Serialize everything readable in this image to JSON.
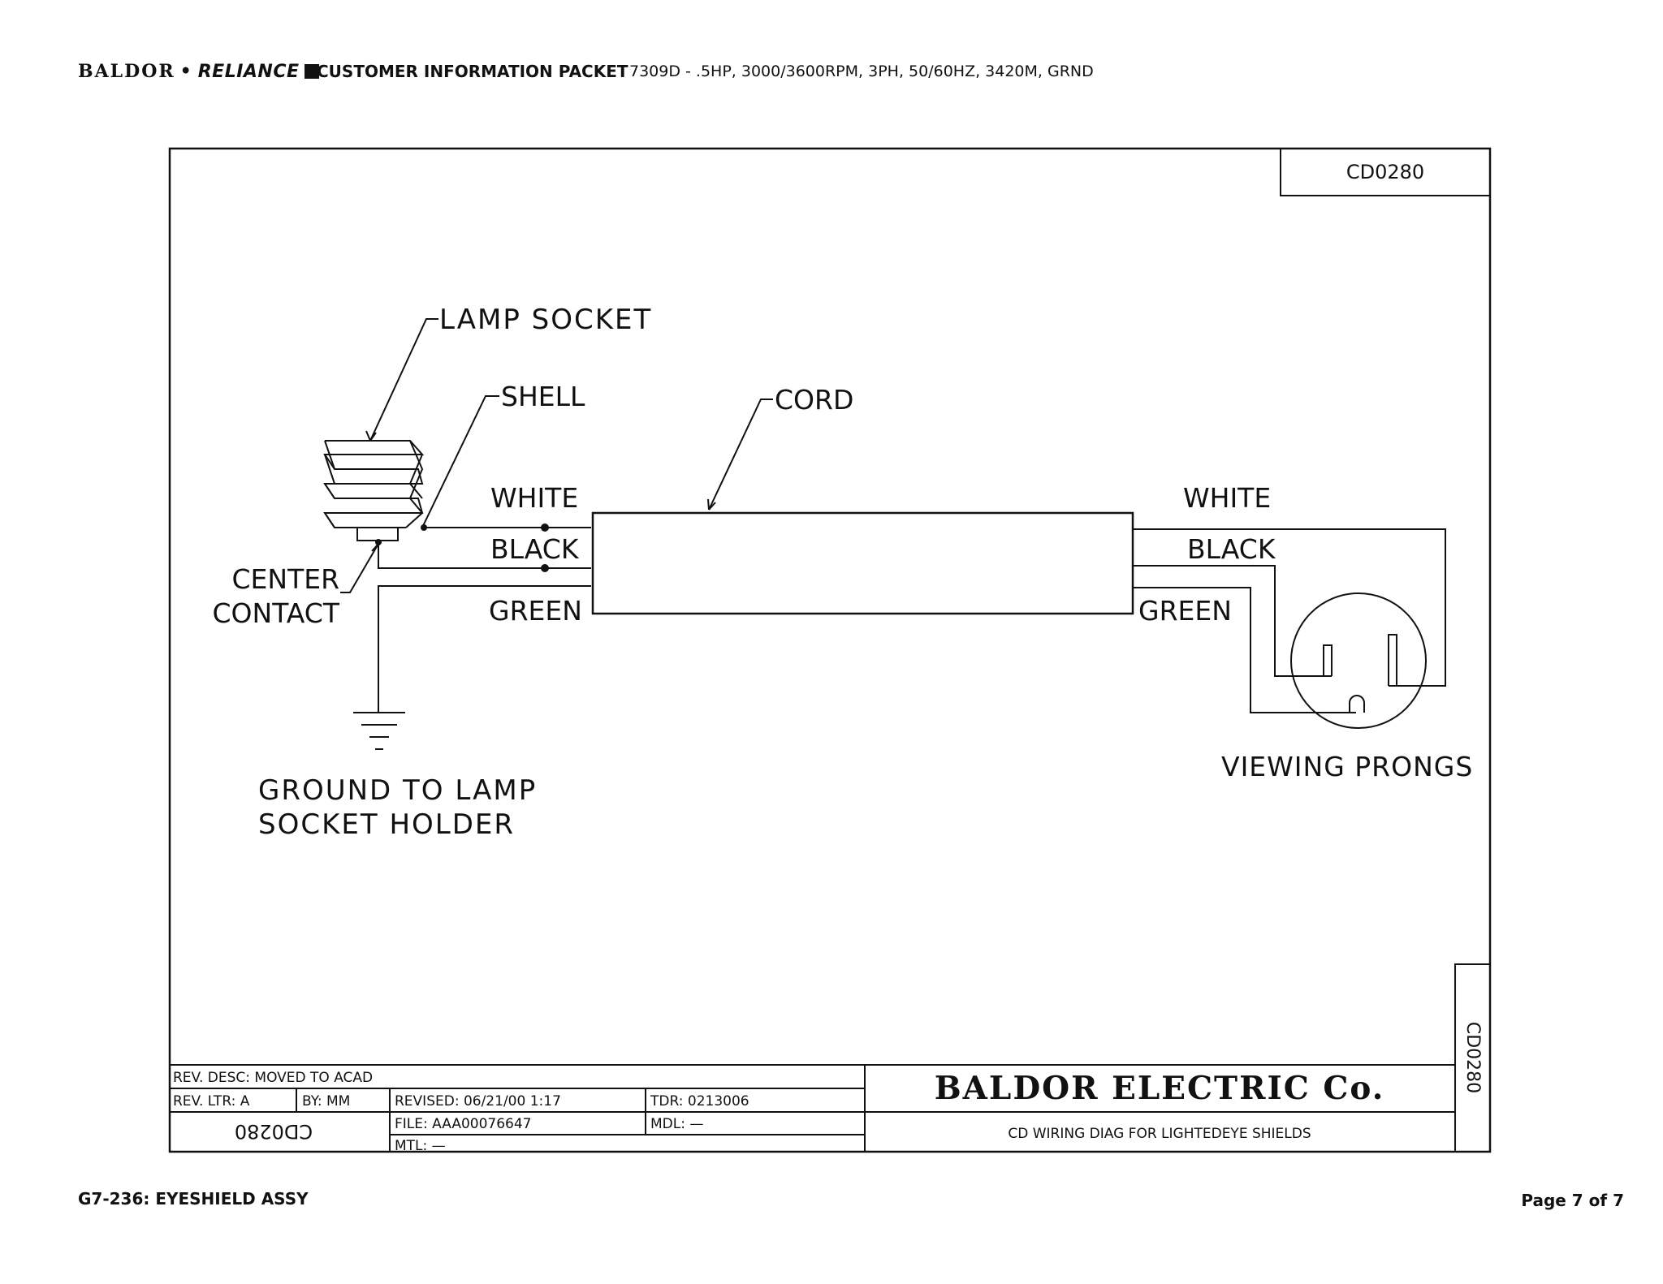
{
  "header": {
    "brand_left": "BALDOR",
    "brand_sep": "•",
    "brand_right": "RELIANCE",
    "packet_title": "CUSTOMER INFORMATION PACKET",
    "spec": "7309D - .5HP, 3000/3600RPM, 3PH, 50/60HZ, 3420M, GRND"
  },
  "drawing": {
    "number_top": "CD0280",
    "labels": {
      "lamp_socket": "LAMP SOCKET",
      "shell": "SHELL",
      "cord": "CORD",
      "white_left": "WHITE",
      "black_left": "BLACK",
      "green_left": "GREEN",
      "white_right": "WHITE",
      "black_right": "BLACK",
      "green_right": "GREEN",
      "center": "CENTER",
      "contact": "CONTACT",
      "ground_line1": "GROUND TO LAMP",
      "ground_line2": "SOCKET HOLDER",
      "viewing_prongs": "VIEWING PRONGS"
    }
  },
  "title_block": {
    "rev_desc": "REV. DESC: MOVED TO ACAD",
    "rev_ltr": "REV. LTR: A",
    "by": "BY: MM",
    "revised": "REVISED: 06/21/00 1:17",
    "tdr": "TDR: 0213006",
    "file": "FILE: AAA00076647",
    "mdl": "MDL: —",
    "mtl": "MTL: —",
    "drawing_no_inverted": "CD0280",
    "company": "BALDOR ELECTRIC Co.",
    "title": "CD WIRING DIAG FOR LIGHTEDEYE SHIELDS",
    "drawing_no_side": "CD0280"
  },
  "footer": {
    "left": "G7-236: EYESHIELD ASSY",
    "right": "Page 7 of 7"
  }
}
